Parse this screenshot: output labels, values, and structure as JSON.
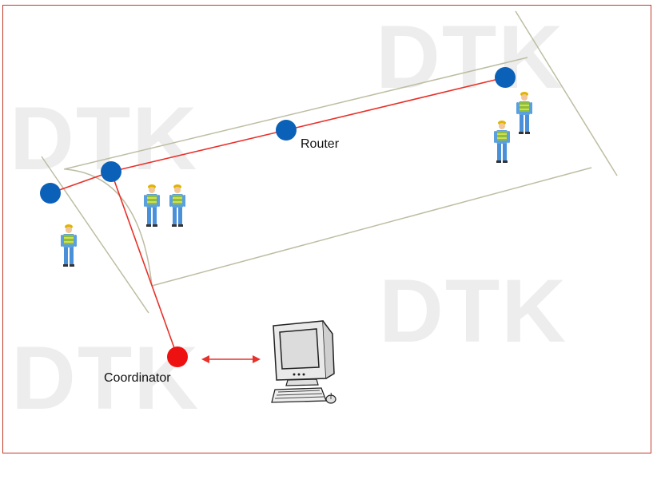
{
  "watermarks": [
    "DTK",
    "DTK",
    "DTK",
    "DTK"
  ],
  "labels": {
    "router": "Router",
    "coordinator": "Coordinator"
  },
  "colors": {
    "router_node": "#0b61b8",
    "coordinator_node": "#ee1111",
    "link": "#e8312a",
    "tunnel_wall": "#bdbda3",
    "frame": "#c0392b",
    "watermark": "#ededed"
  },
  "icons": {
    "worker": "worker-icon",
    "computer": "desktop-computer-icon"
  }
}
